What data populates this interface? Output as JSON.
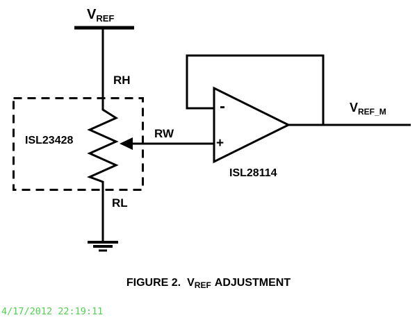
{
  "schematic": {
    "supply": {
      "v": "V",
      "sub": "REF"
    },
    "potentiometer": {
      "label": "ISL23428",
      "terminal_high": "RH",
      "terminal_wiper": "RW",
      "terminal_low": "RL"
    },
    "opamp": {
      "label": "ISL28114",
      "inverting_input": "-",
      "noninverting_input": "+"
    },
    "output": {
      "v": "V",
      "sub": "REF_M"
    }
  },
  "figure": {
    "caption_prefix": "FIGURE 2.",
    "caption_v": "V",
    "caption_v_sub": "REF",
    "caption_suffix": "ADJUSTMENT"
  },
  "footer": {
    "timestamp": "4/17/2012 22:19:11"
  },
  "colors": {
    "line": "#000000",
    "background": "#ffffff",
    "timestamp": "#55cd55"
  }
}
